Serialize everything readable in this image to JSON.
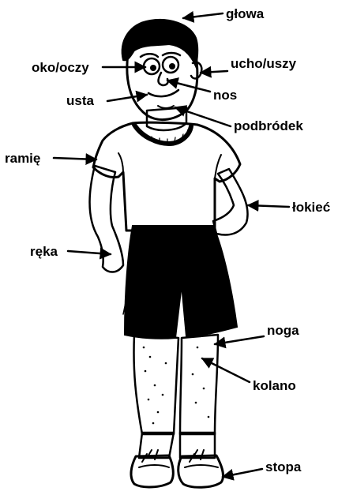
{
  "labels": {
    "glowa": "głowa",
    "oko": "oko/oczy",
    "ucho": "ucho/uszy",
    "usta": "usta",
    "nos": "nos",
    "podbrodek": "podbródek",
    "ramie": "ramię",
    "lokiec": "łokieć",
    "reka": "ręka",
    "noga": "noga",
    "kolano": "kolano",
    "stopa": "stopa"
  },
  "colors": {
    "ink": "#000000",
    "paper": "#ffffff"
  }
}
